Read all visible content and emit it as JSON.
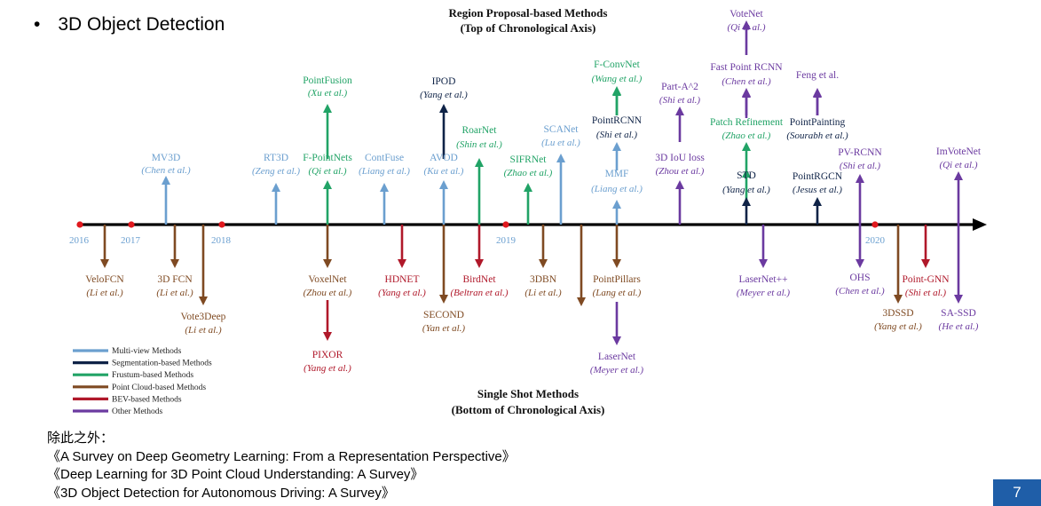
{
  "slide": {
    "bullet": "•",
    "title": "3D Object Detection",
    "page_number": "7"
  },
  "diagram": {
    "top_region": [
      "Region Proposal-based Methods",
      "(Top of Chronological Axis)"
    ],
    "bottom_region": [
      "Single Shot Methods",
      "(Bottom of Chronological Axis)"
    ],
    "years": [
      "2016",
      "2017",
      "2018",
      "2019",
      "2020"
    ],
    "colors": {
      "multi_view": "#6b9fcf",
      "segmentation": "#0f2347",
      "frustum": "#21a366",
      "point_cloud": "#7f4a22",
      "bev": "#b0182a",
      "other": "#6b3aa0",
      "year_marker": "#e0191e",
      "axis": "#000000"
    },
    "legend": [
      {
        "category": "multi_view",
        "label": "Multi-view Methods"
      },
      {
        "category": "segmentation",
        "label": "Segmentation-based Methods"
      },
      {
        "category": "frustum",
        "label": "Frustum-based Methods"
      },
      {
        "category": "point_cloud",
        "label": "Point Cloud-based Methods"
      },
      {
        "category": "bev",
        "label": "BEV-based Methods"
      },
      {
        "category": "other",
        "label": "Other Methods"
      }
    ],
    "methods_top": [
      {
        "name": "MV3D",
        "author": "(Chen et al.)",
        "category": "multi_view"
      },
      {
        "name": "RT3D",
        "author": "(Zeng et al.)",
        "category": "multi_view"
      },
      {
        "name": "PointFusion",
        "author": "(Xu et al.)",
        "category": "frustum"
      },
      {
        "name": "F-PointNets",
        "author": "(Qi et al.)",
        "category": "frustum"
      },
      {
        "name": "ContFuse",
        "author": "(Liang et al.)",
        "category": "multi_view"
      },
      {
        "name": "IPOD",
        "author": "(Yang et al.)",
        "category": "segmentation"
      },
      {
        "name": "AVOD",
        "author": "(Ku et al.)",
        "category": "multi_view"
      },
      {
        "name": "RoarNet",
        "author": "(Shin et al.)",
        "category": "frustum"
      },
      {
        "name": "SIFRNet",
        "author": "(Zhao et al.)",
        "category": "frustum"
      },
      {
        "name": "SCANet",
        "author": "(Lu et al.)",
        "category": "multi_view"
      },
      {
        "name": "F-ConvNet",
        "author": "(Wang et al.)",
        "category": "frustum"
      },
      {
        "name": "PointRCNN",
        "author": "(Shi et al.)",
        "category": "segmentation"
      },
      {
        "name": "MMF",
        "author": "(Liang et al.)",
        "category": "multi_view"
      },
      {
        "name": "Part-A^2",
        "author": "(Shi et al.)",
        "category": "other"
      },
      {
        "name": "3D IoU loss",
        "author": "(Zhou et al.)",
        "category": "other"
      },
      {
        "name": "VoteNet",
        "author": "(Qi et al.)",
        "category": "other"
      },
      {
        "name": "Fast Point RCNN",
        "author": "(Chen et al.)",
        "category": "other"
      },
      {
        "name": "Patch Refinement",
        "author": "(Zhao et al.)",
        "category": "frustum"
      },
      {
        "name": "STD",
        "author": "(Yang et al.)",
        "category": "segmentation"
      },
      {
        "name": "Feng et al.",
        "author": "",
        "category": "other"
      },
      {
        "name": "PointPainting",
        "author": "(Sourabh et al.)",
        "category": "segmentation"
      },
      {
        "name": "PointRGCN",
        "author": "(Jesus et al.)",
        "category": "segmentation"
      },
      {
        "name": "PV-RCNN",
        "author": "(Shi et al.)",
        "category": "other"
      },
      {
        "name": "ImVoteNet",
        "author": "(Qi et al.)",
        "category": "other"
      }
    ],
    "methods_bottom": [
      {
        "name": "VeloFCN",
        "author": "(Li et al.)",
        "category": "point_cloud"
      },
      {
        "name": "3D FCN",
        "author": "(Li et al.)",
        "category": "point_cloud"
      },
      {
        "name": "Vote3Deep",
        "author": "(Li et al.)",
        "category": "point_cloud"
      },
      {
        "name": "VoxelNet",
        "author": "(Zhou et al.)",
        "category": "point_cloud"
      },
      {
        "name": "PIXOR",
        "author": "(Yang et al.)",
        "category": "bev"
      },
      {
        "name": "HDNET",
        "author": "(Yang et al.)",
        "category": "bev"
      },
      {
        "name": "SECOND",
        "author": "(Yan et al.)",
        "category": "point_cloud"
      },
      {
        "name": "BirdNet",
        "author": "(Beltran et al.)",
        "category": "bev"
      },
      {
        "name": "3DBN",
        "author": "(Li et al.)",
        "category": "point_cloud"
      },
      {
        "name": "PointPillars",
        "author": "(Lang et al.)",
        "category": "point_cloud"
      },
      {
        "name": "LaserNet",
        "author": "(Meyer et al.)",
        "category": "other"
      },
      {
        "name": "LaserNet++",
        "author": "(Meyer et al.)",
        "category": "other"
      },
      {
        "name": "OHS",
        "author": "(Chen et al.)",
        "category": "other"
      },
      {
        "name": "3DSSD",
        "author": "(Yang et al.)",
        "category": "point_cloud"
      },
      {
        "name": "Point-GNN",
        "author": "(Shi et al.)",
        "category": "bev"
      },
      {
        "name": "SA-SSD",
        "author": "(He et al.)",
        "category": "other"
      }
    ]
  },
  "footer": {
    "heading": "除此之外：",
    "references": [
      "《A Survey on Deep Geometry Learning: From a Representation Perspective》",
      "《Deep Learning for 3D Point Cloud Understanding: A Survey》",
      "《3D Object Detection for Autonomous Driving: A Survey》"
    ]
  }
}
